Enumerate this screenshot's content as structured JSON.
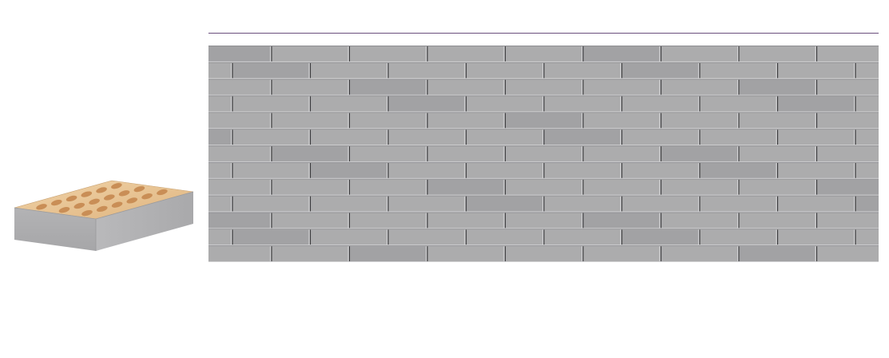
{
  "colors": {
    "divider": "#6b4f7e",
    "brick_face": "#acacad",
    "brick_face_dark": "#a2a2a4",
    "mortar_dark": "#3a3a3c",
    "mortar_light": "#d2d2d4",
    "brick_top_clay": "#e6bf8c",
    "brick_hole": "#c98e56",
    "brick_side": "#b7b7b9"
  },
  "icons": {
    "product_image": "single-perforated-grey-brick",
    "wall_image": "grey-brick-wall-running-bond"
  },
  "wall": {
    "bond": "running bond",
    "courses": 13
  }
}
